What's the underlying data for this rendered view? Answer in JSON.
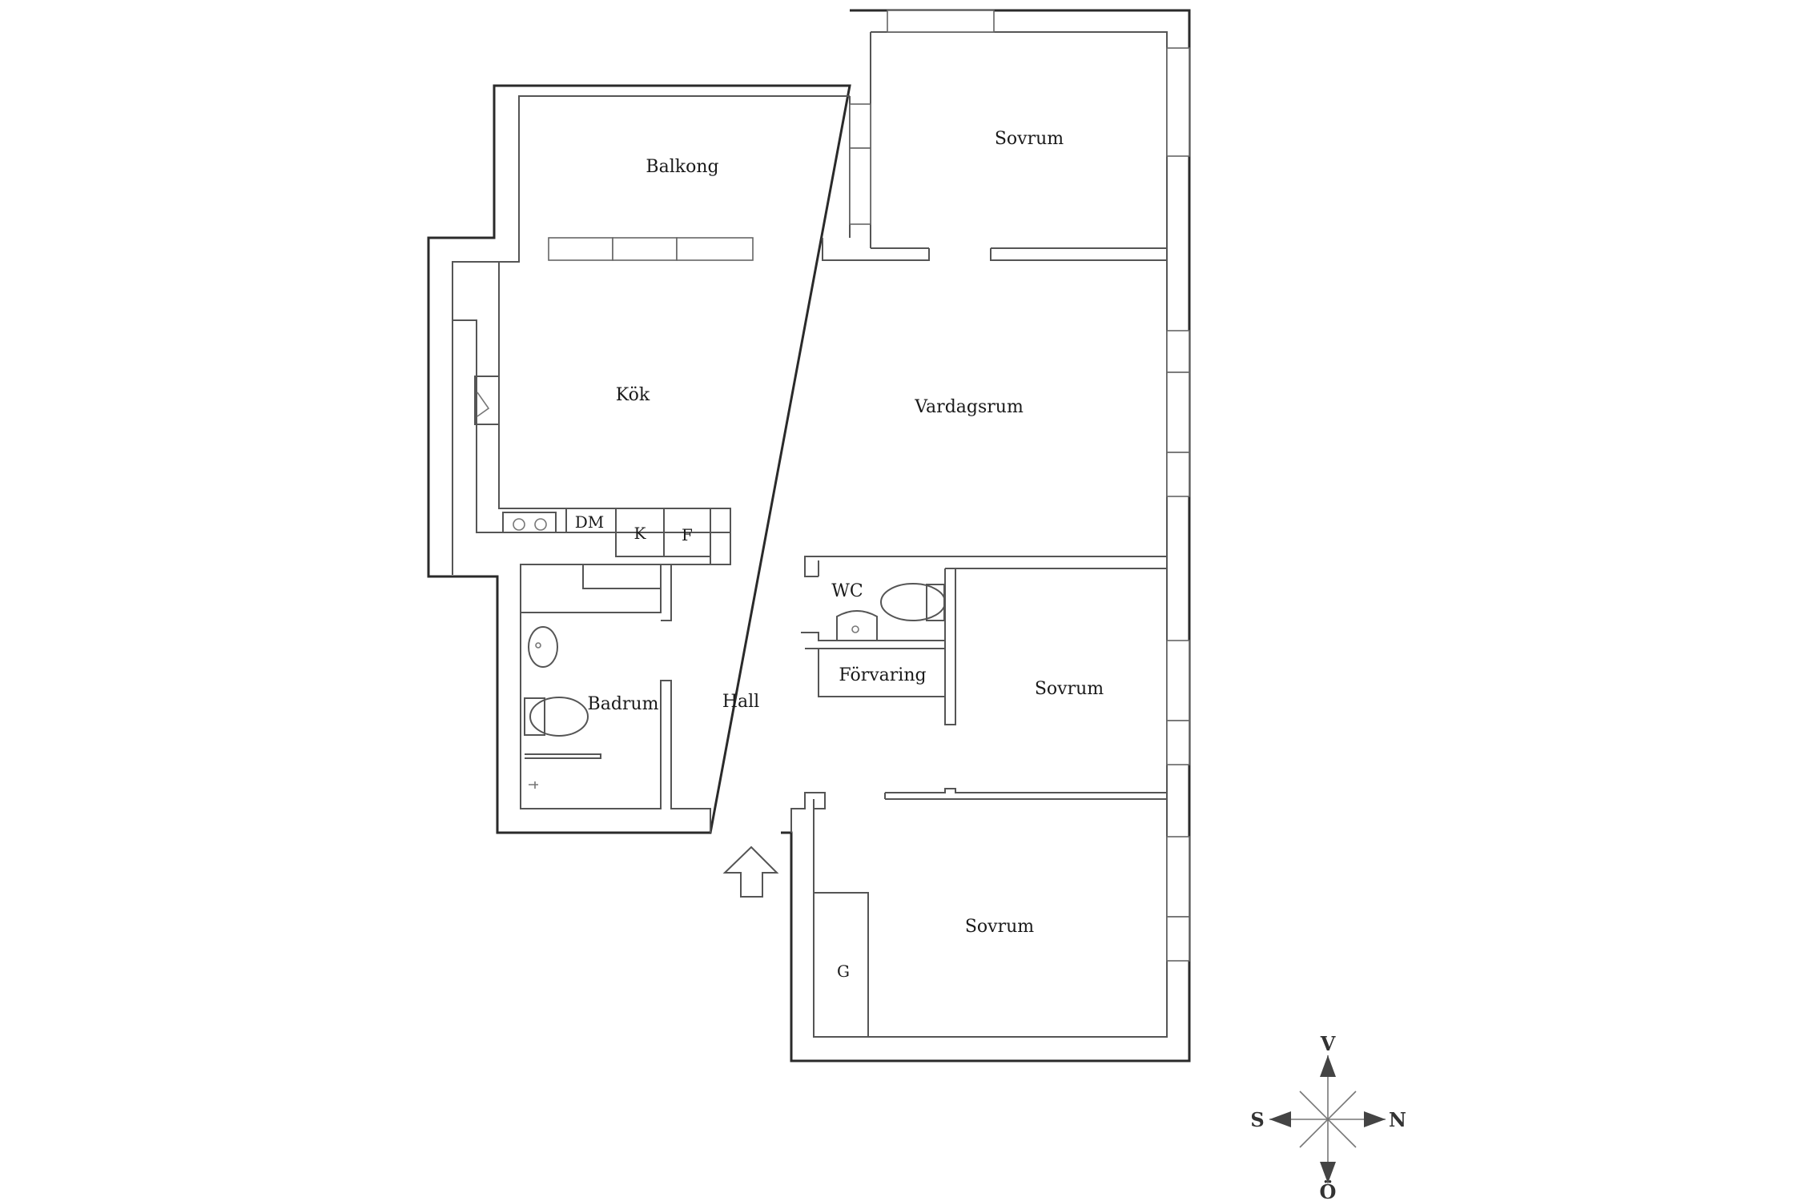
{
  "rooms": {
    "balkong": "Balkong",
    "sovrum_top": "Sovrum",
    "kok": "Kök",
    "vardagsrum": "Vardagsrum",
    "wc": "WC",
    "forvaring": "Förvaring",
    "badrum": "Badrum",
    "hall": "Hall",
    "sovrum_mid": "Sovrum",
    "sovrum_bottom": "Sovrum"
  },
  "fixtures": {
    "dishwasher": "DM",
    "fridge": "K",
    "freezer": "F",
    "wardrobe": "G"
  },
  "compass": {
    "top": "V",
    "left": "S",
    "right": "N",
    "bottom": "Ö"
  }
}
